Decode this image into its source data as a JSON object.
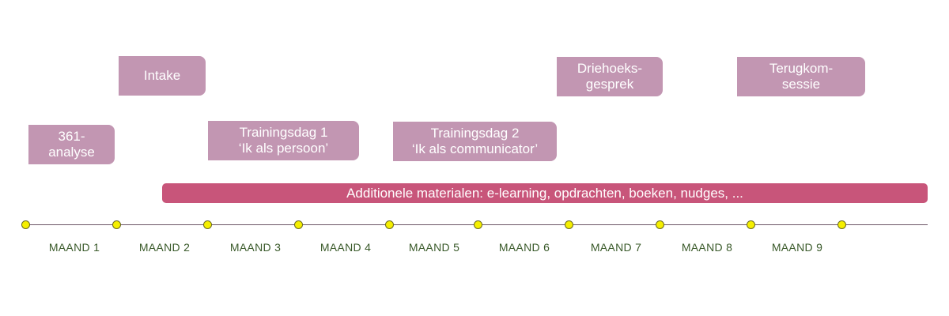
{
  "events": {
    "analyse": [
      "361-",
      "analyse"
    ],
    "intake": [
      "Intake"
    ],
    "training1": [
      "Trainingsdag 1",
      "‘Ik als persoon’"
    ],
    "training2": [
      "Trainingsdag 2",
      "‘Ik als communicator’"
    ],
    "driehoek": [
      "Driehoeks-",
      "gesprek"
    ],
    "terugkom": [
      "Terugkom-",
      "sessie"
    ]
  },
  "bar": {
    "label": "Additionele materialen: e-learning, opdrachten, boeken, nudges, ..."
  },
  "months": [
    "MAAND 1",
    "MAAND 2",
    "MAAND 3",
    "MAAND 4",
    "MAAND 5",
    "MAAND 6",
    "MAAND 7",
    "MAAND 8",
    "MAAND 9"
  ],
  "colors": {
    "event_box": "#c296b2",
    "bar": "#c8557a",
    "dot": "#f5ef00",
    "month_text": "#3a5a2a"
  }
}
